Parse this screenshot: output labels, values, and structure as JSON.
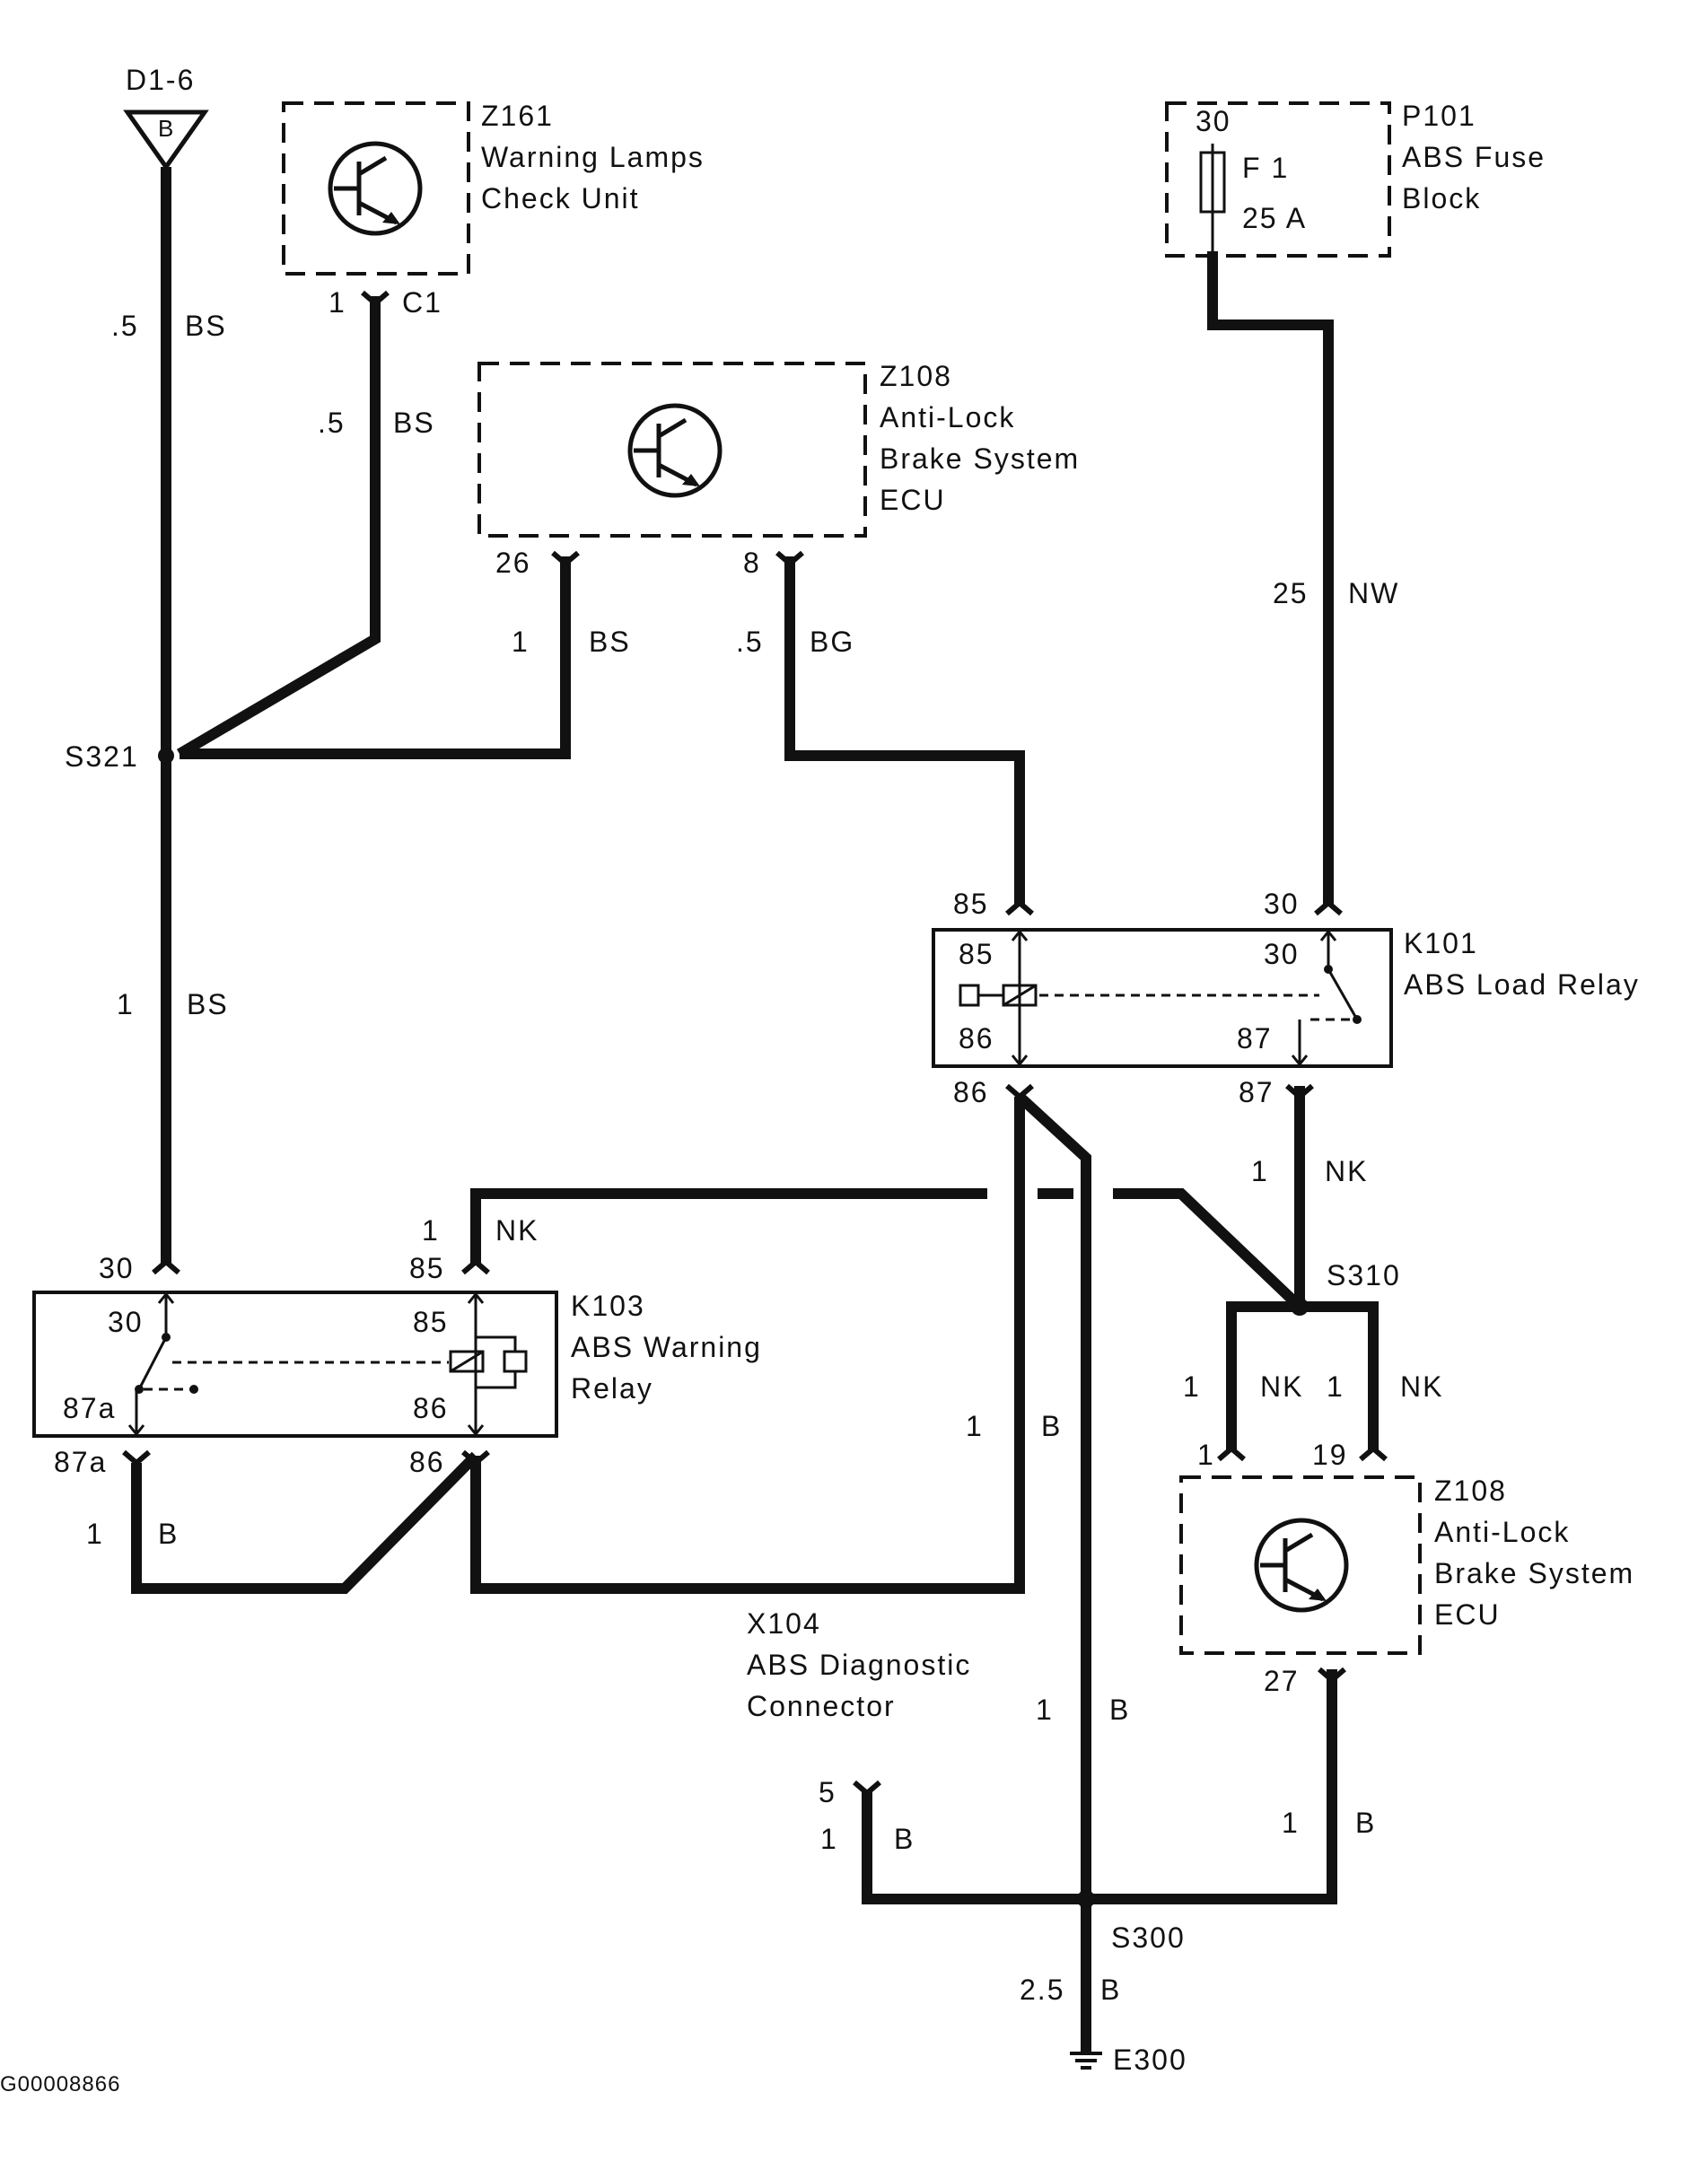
{
  "figure_id": "G00008866",
  "components": {
    "d16": {
      "id": "D1-6",
      "pin": "B"
    },
    "z161": {
      "id": "Z161",
      "line1": "Warning Lamps",
      "line2": "Check Unit",
      "pin": "1",
      "conn": "C1"
    },
    "z108_top": {
      "id": "Z108",
      "line1": "Anti-Lock",
      "line2": "Brake System",
      "line3": "ECU",
      "pin_a": "26",
      "pin_b": "8"
    },
    "p101": {
      "id": "P101",
      "line1": "ABS Fuse",
      "line2": "Block",
      "pin": "30",
      "fuse": "F 1",
      "rating": "25 A"
    },
    "k101": {
      "id": "K101",
      "line1": "ABS Load Relay",
      "ext85": "85",
      "ext30": "30",
      "in85": "85",
      "in86": "86",
      "in30": "30",
      "in87": "87",
      "ext86": "86",
      "ext87": "87"
    },
    "k103": {
      "id": "K103",
      "line1": "ABS Warning",
      "line2": "Relay",
      "ext30": "30",
      "ext85": "85",
      "in30": "30",
      "in87a": "87a",
      "in85": "85",
      "in86": "86",
      "ext87a": "87a",
      "ext86": "86"
    },
    "z108_bot": {
      "id": "Z108",
      "line1": "Anti-Lock",
      "line2": "Brake System",
      "line3": "ECU",
      "pin_a": "1",
      "pin_b": "19",
      "pin_c": "27"
    },
    "x104": {
      "id": "X104",
      "line1": "ABS Diagnostic",
      "line2": "Connector",
      "pin": "5"
    },
    "s321": {
      "id": "S321"
    },
    "s310": {
      "id": "S310"
    },
    "s300": {
      "id": "S300"
    },
    "e300": {
      "id": "E300"
    }
  },
  "wires": {
    "w_d16": {
      "size": ".5",
      "color": "BS"
    },
    "w_z161": {
      "size": ".5",
      "color": "BS"
    },
    "w_z108_26": {
      "size": "1",
      "color": "BS"
    },
    "w_z108_8": {
      "size": ".5",
      "color": "BG"
    },
    "w_fuse": {
      "size": "25",
      "color": "NW"
    },
    "w_s321_k103": {
      "size": "1",
      "color": "BS"
    },
    "w_k101_87": {
      "size": "1",
      "color": "NK"
    },
    "w_k103_85": {
      "size": "1",
      "color": "NK"
    },
    "w_s310_left": {
      "size": "1",
      "color": "NK"
    },
    "w_s310_right": {
      "size": "1",
      "color": "NK"
    },
    "w_k86_b": {
      "size": "1",
      "color": "B"
    },
    "w_k103_87a": {
      "size": "1",
      "color": "B"
    },
    "w_mid_b": {
      "size": "1",
      "color": "B"
    },
    "w_x104": {
      "size": "1",
      "color": "B"
    },
    "w_z108_27": {
      "size": "1",
      "color": "B"
    },
    "w_ground": {
      "size": "2.5",
      "color": "B"
    }
  }
}
